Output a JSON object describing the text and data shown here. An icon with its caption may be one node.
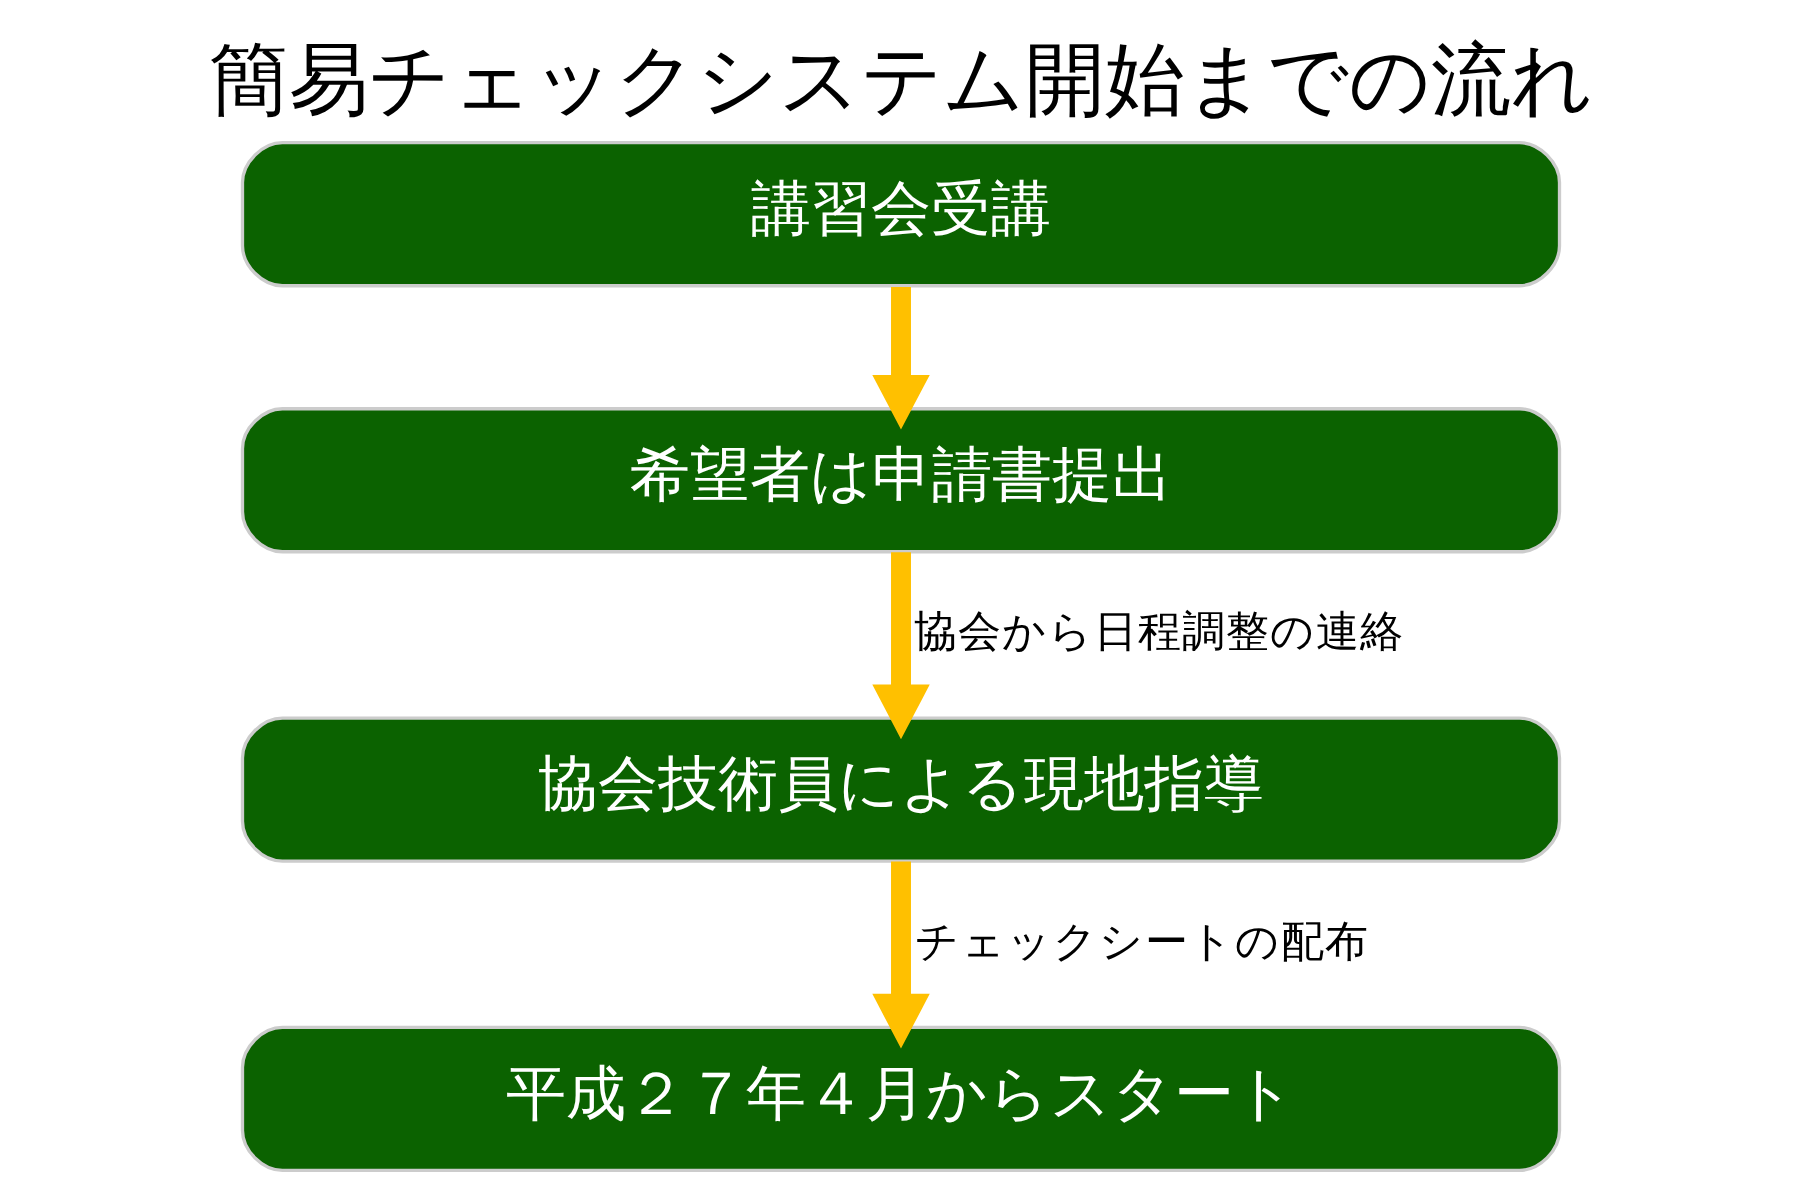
{
  "diagram": {
    "title": "簡易チェックシステム開始までの流れ",
    "nodes": [
      {
        "text": [
          "講習会受講"
        ]
      },
      {
        "text": [
          "希望者は申請書提出"
        ]
      },
      {
        "text": [
          "協会技術員による現地指導"
        ]
      },
      {
        "text": [
          "平成２７年４月からスタート"
        ]
      }
    ],
    "edges": [
      {
        "from": 0,
        "to": 1,
        "arrow": "to"
      },
      {
        "from": 1,
        "to": 2,
        "arrow": "to",
        "label": "協会から日程調整の連絡"
      },
      {
        "from": 2,
        "to": 3,
        "arrow": "to",
        "label": "チェックシートの配布"
      }
    ]
  }
}
